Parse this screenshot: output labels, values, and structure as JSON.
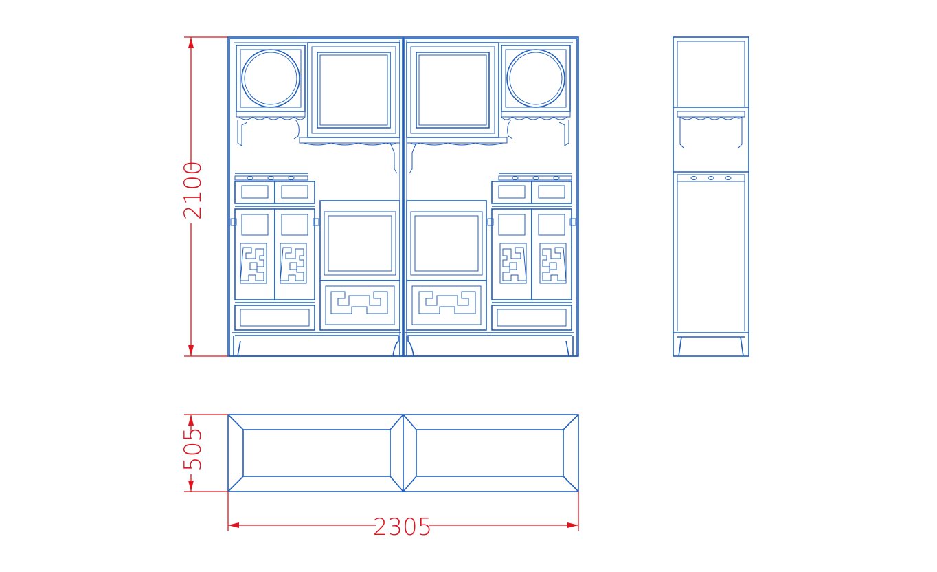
{
  "drawing": {
    "views": [
      "front-view",
      "side-view",
      "top-view"
    ],
    "colors": {
      "outline": "#1f5fc0",
      "dimension": "#e0141e",
      "background": "#ffffff"
    }
  },
  "dimensions": {
    "height": "2100",
    "depth": "505",
    "width": "2305"
  }
}
